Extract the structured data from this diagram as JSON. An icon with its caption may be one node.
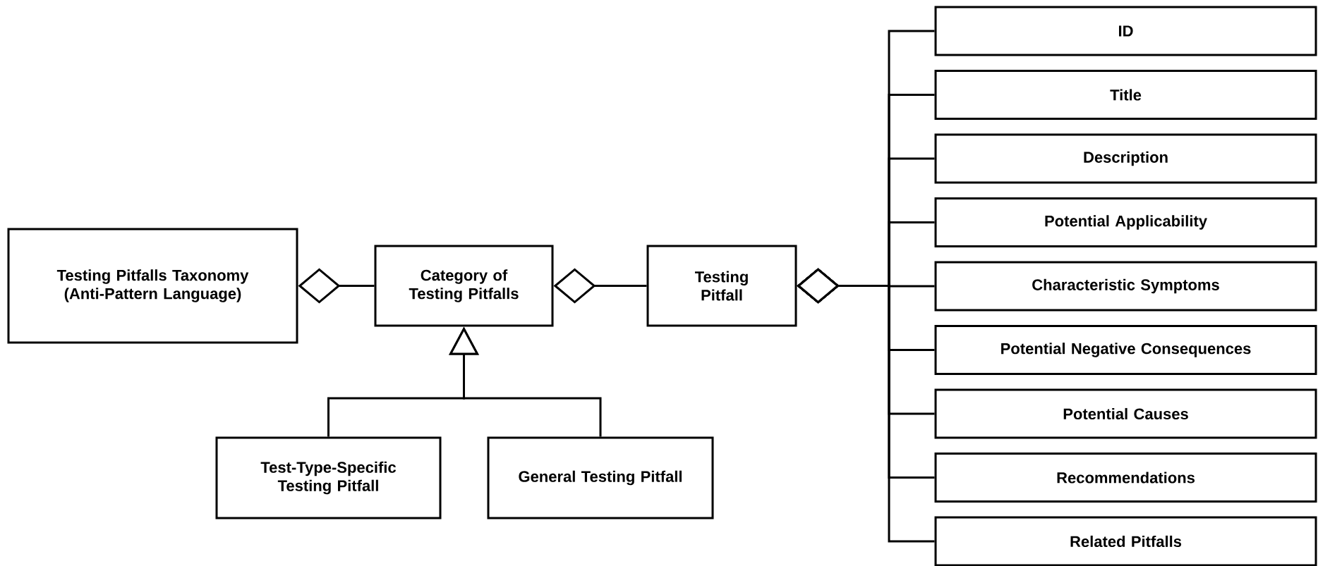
{
  "diagram": {
    "nodes": [
      {
        "text": [
          "Testing Pitfalls Taxonomy (Anti-Pattern Language)"
        ]
      },
      {
        "text": [
          "Category of Testing Pitfalls"
        ]
      },
      {
        "text": [
          "Testing Pitfall"
        ]
      },
      {
        "text": [
          "Test-Type-Specific Testing Pitfall"
        ]
      },
      {
        "text": [
          "General Testing Pitfall"
        ]
      },
      {
        "text": [
          "ID"
        ]
      },
      {
        "text": [
          "Title"
        ]
      },
      {
        "text": [
          "Description"
        ]
      },
      {
        "text": [
          "Potential Applicability"
        ]
      },
      {
        "text": [
          "Characteristic Symptoms"
        ]
      },
      {
        "text": [
          "Potential Negative Consequences"
        ]
      },
      {
        "text": [
          "Potential Causes"
        ]
      },
      {
        "text": [
          "Recommendations"
        ]
      },
      {
        "text": [
          "Related Pitfalls"
        ]
      }
    ],
    "edges": [
      {
        "from": 1,
        "to": 0,
        "arrow": "other"
      },
      {
        "from": 2,
        "to": 1,
        "arrow": "other"
      },
      {
        "from": 3,
        "to": 1,
        "arrow": "to"
      },
      {
        "from": 4,
        "to": 1,
        "arrow": "to"
      },
      {
        "from": 5,
        "to": 2,
        "arrow": "other"
      },
      {
        "from": 6,
        "to": 2,
        "arrow": "other"
      },
      {
        "from": 7,
        "to": 2,
        "arrow": "other"
      },
      {
        "from": 8,
        "to": 2,
        "arrow": "other"
      },
      {
        "from": 9,
        "to": 2,
        "arrow": "other"
      },
      {
        "from": 10,
        "to": 2,
        "arrow": "other"
      },
      {
        "from": 11,
        "to": 2,
        "arrow": "other"
      },
      {
        "from": 12,
        "to": 2,
        "arrow": "other"
      },
      {
        "from": 13,
        "to": 2,
        "arrow": "other"
      }
    ]
  }
}
